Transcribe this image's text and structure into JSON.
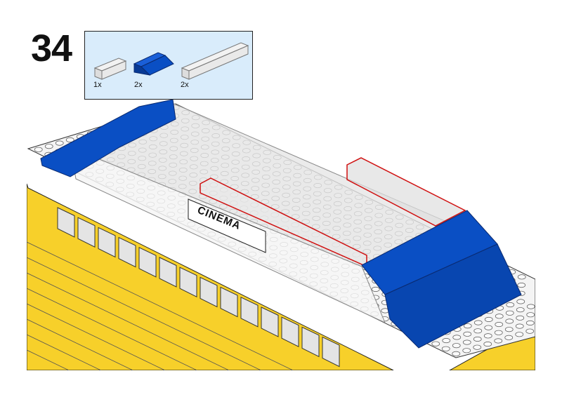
{
  "step": {
    "number": "34"
  },
  "parts_list": [
    {
      "name": "white-brick-1x4",
      "quantity": "1x",
      "color": "#eeeeee"
    },
    {
      "name": "blue-slope-2x4",
      "quantity": "2x",
      "color": "#0a4fc4"
    },
    {
      "name": "white-brick-1x10",
      "quantity": "2x",
      "color": "#eeeeee"
    }
  ],
  "sign": {
    "text": "CINEMA"
  },
  "colors": {
    "wall": "#f7d02a",
    "blue": "#0a4fc4",
    "highlight": "#d01010",
    "parts_bg": "#d9ecfb"
  }
}
